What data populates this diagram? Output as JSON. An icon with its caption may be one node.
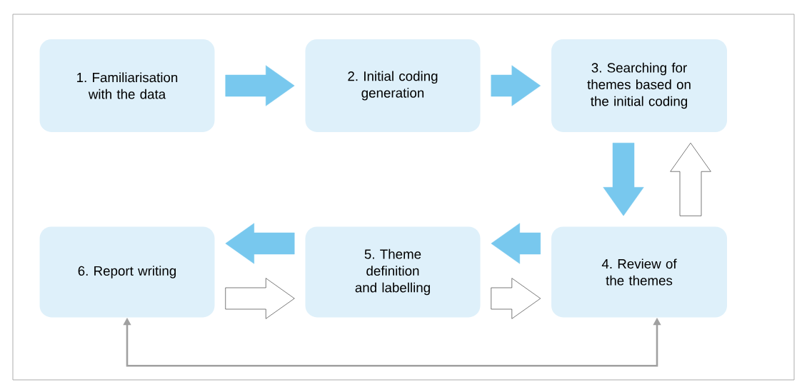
{
  "diagram": {
    "nodes": [
      {
        "text": [
          "1. Familiarisation with the data"
        ]
      },
      {
        "text": [
          "2. Initial coding generation"
        ]
      },
      {
        "text": [
          "3. Searching for themes based on the initial coding"
        ]
      },
      {
        "text": [
          "6. Report writing"
        ]
      },
      {
        "text": [
          "5. Theme definition and labelling"
        ]
      },
      {
        "text": [
          "4. Review of the themes"
        ]
      }
    ],
    "edges": [
      {
        "from": 0,
        "to": 1,
        "arrow": "to"
      },
      {
        "from": 1,
        "to": 2,
        "arrow": "to"
      },
      {
        "from": 2,
        "to": 5,
        "arrow": "to"
      },
      {
        "from": 5,
        "to": 2,
        "arrow": "to",
        "color": "#ffffff"
      },
      {
        "from": 5,
        "to": 4,
        "arrow": "to"
      },
      {
        "from": 4,
        "to": 3,
        "arrow": "to"
      },
      {
        "from": 3,
        "to": 4,
        "arrow": "to",
        "color": "#ffffff"
      },
      {
        "from": 4,
        "to": 5,
        "arrow": "to",
        "color": "#ffffff"
      },
      {
        "from": 3,
        "to": 5,
        "arrow": "both",
        "color": "#a0a0a0"
      }
    ]
  }
}
